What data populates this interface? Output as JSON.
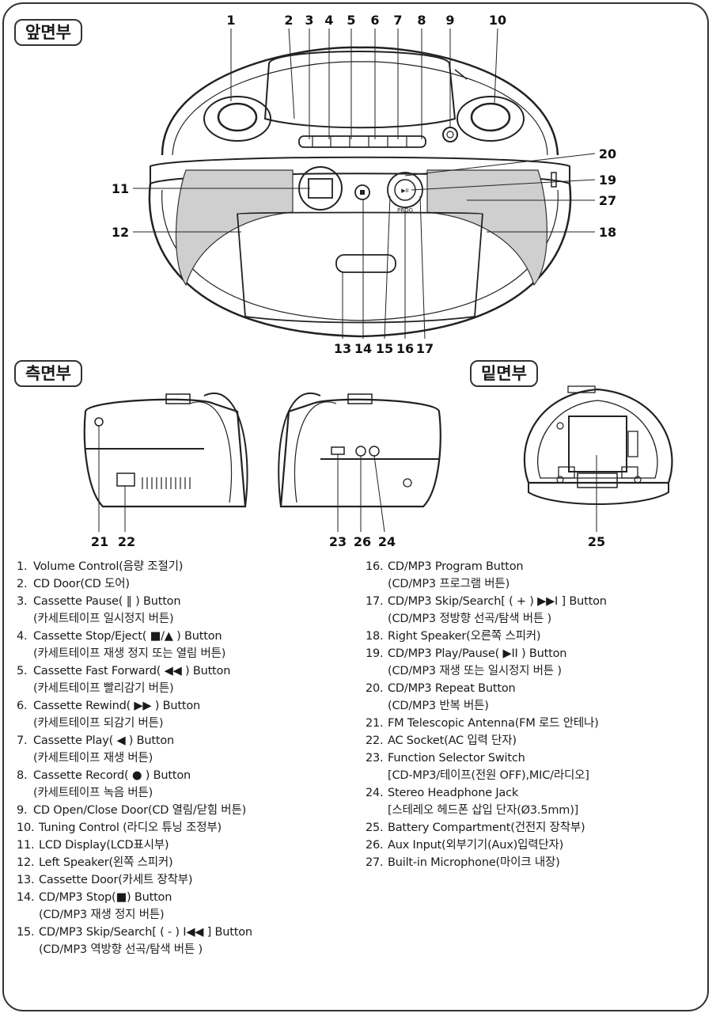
{
  "sections": {
    "front": "앞면부",
    "side": "측면부",
    "bottom": "밑면부"
  },
  "callouts": {
    "front_top": [
      "1",
      "2",
      "3",
      "4",
      "5",
      "6",
      "7",
      "8",
      "9",
      "10"
    ],
    "front_bottom": [
      "13",
      "14",
      "15",
      "16",
      "17"
    ],
    "front_left": [
      "11",
      "12"
    ],
    "front_right": [
      "20",
      "19",
      "27",
      "18"
    ],
    "side_left": [
      "21",
      "22"
    ],
    "side_right": [
      "23",
      "26",
      "24"
    ],
    "bottom_view": [
      "25"
    ]
  },
  "device_labels": {
    "prog": "PROG",
    "play_pause": "▶II"
  },
  "legend_left": [
    {
      "num": "1.",
      "en": "Volume Control",
      "ko": "(음량 조절기)"
    },
    {
      "num": "2.",
      "en": "CD Door",
      "ko": "(CD 도어)"
    },
    {
      "num": "3.",
      "en": "Cassette Pause( ‖ ) Button",
      "ko": "(카세트테이프 일시정지 버튼)"
    },
    {
      "num": "4.",
      "en": "Cassette Stop/Eject( ■/▲ ) Button",
      "ko": "(카세트테이프 재생 정지 또는 열림 버튼)"
    },
    {
      "num": "5.",
      "en": "Cassette Fast Forward( ◀◀ ) Button",
      "ko": "(카세트테이프 빨리감기 버튼)"
    },
    {
      "num": "6.",
      "en": "Cassette Rewind( ▶▶ ) Button",
      "ko": "(카세트테이프 되감기 버튼)"
    },
    {
      "num": "7.",
      "en": "Cassette Play( ◀ ) Button",
      "ko": "(카세트테이프 재생 버튼)"
    },
    {
      "num": "8.",
      "en": "Cassette Record( ● ) Button",
      "ko": "(카세트테이프 녹음 버튼)"
    },
    {
      "num": "9.",
      "en": "CD Open/Close Door",
      "ko": "(CD 열림/닫힘 버튼)"
    },
    {
      "num": "10.",
      "en": "Tuning Control",
      "ko": " (라디오 튜닝 조정부)"
    },
    {
      "num": "11.",
      "en": "LCD Display",
      "ko": "(LCD표시부)"
    },
    {
      "num": "12.",
      "en": "Left Speaker",
      "ko": "(왼쪽 스피커)"
    },
    {
      "num": "13.",
      "en": "Cassette Door",
      "ko": "(카세트 장착부)"
    },
    {
      "num": "14.",
      "en": "CD/MP3 Stop(■) Button",
      "ko": "(CD/MP3 재생 정지 버튼)"
    },
    {
      "num": "15.",
      "en": "CD/MP3 Skip/Search[ ( - ) I◀◀ ] Button",
      "ko": "(CD/MP3 역방향 선곡/탐색 버튼 )"
    }
  ],
  "legend_right": [
    {
      "num": "16.",
      "en": "CD/MP3 Program Button",
      "ko": "(CD/MP3 프로그램 버튼)"
    },
    {
      "num": "17.",
      "en": "CD/MP3 Skip/Search[ ( + ) ▶▶I ] Button",
      "ko": "(CD/MP3 정방향 선곡/탐색 버튼 )"
    },
    {
      "num": "18.",
      "en": "Right Speaker",
      "ko": "(오른쪽 스피커)"
    },
    {
      "num": "19.",
      "en": "CD/MP3 Play/Pause( ▶II ) Button",
      "ko": "(CD/MP3 재생 또는 일시정지 버튼 )"
    },
    {
      "num": "20.",
      "en": "CD/MP3 Repeat Button",
      "ko": "(CD/MP3 반복 버튼)"
    },
    {
      "num": "21.",
      "en": "FM Telescopic Antenna",
      "ko": "(FM 로드 안테나)"
    },
    {
      "num": "22.",
      "en": "AC Socket",
      "ko": "(AC 입력 단자)"
    },
    {
      "num": "23.",
      "en": "Function Selector Switch",
      "ko": "[CD-MP3/테이프(전원 OFF),MIC/라디오]"
    },
    {
      "num": "24.",
      "en": "Stereo Headphone Jack",
      "ko": "[스테레오 헤드폰 삽입 단자(Ø3.5mm)]"
    },
    {
      "num": "25.",
      "en": "Battery Compartment",
      "ko": "(건전지 장착부)"
    },
    {
      "num": "26.",
      "en": "Aux Input",
      "ko": "(외부기기(Aux)입력단자)"
    },
    {
      "num": "27.",
      "en": "Built-in Microphone",
      "ko": "(마이크 내장)"
    }
  ]
}
